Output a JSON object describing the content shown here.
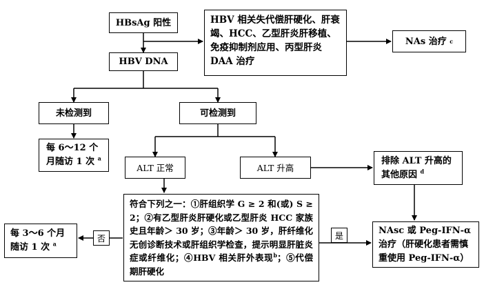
{
  "nodes": {
    "hbsag": "HBsAg 阳性",
    "hbv_dna": "HBV DNA",
    "conditions_top": "HBV 相关失代偿肝硬化、肝衰竭、HCC、乙型肝炎肝移植、免疫抑制剂应用、丙型肝炎 DAA 治疗",
    "nas_treatment": "NAs 治疗",
    "nas_treatment_sup": "c",
    "undetected": "未检测到",
    "follow_6_12": "每 6～12 个月随访 1 次",
    "follow_6_12_sup": "a",
    "detectable": "可检测到",
    "alt_normal": "ALT 正常",
    "alt_high": "ALT 升高",
    "exclude_alt": "排除 ALT 升高的其他原因",
    "exclude_alt_sup": "d",
    "criteria_lead": "符合下列之一：①肝组织学 G ≥ 2 和(或) S ≥ 2；②有乙型肝炎肝硬化或乙型肝炎 HCC 家族史且年龄＞ 30 岁；③年龄＞ 30 岁，肝纤维化无创诊断技术或肝组织学检查，提示明显肝脏炎症或纤维化；④HBV 相关肝外表现",
    "criteria_sup": "b",
    "criteria_tail": "；⑤代偿期肝硬化",
    "follow_3_6": "每 3～6 个月随访 1 次",
    "follow_3_6_sup": "a",
    "nasc_treatment": "NAsc 或 Peg-IFN-α治疗（肝硬化患者需慎重使用 Peg-IFN-α）"
  },
  "edge_labels": {
    "no": "否",
    "yes": "是"
  }
}
